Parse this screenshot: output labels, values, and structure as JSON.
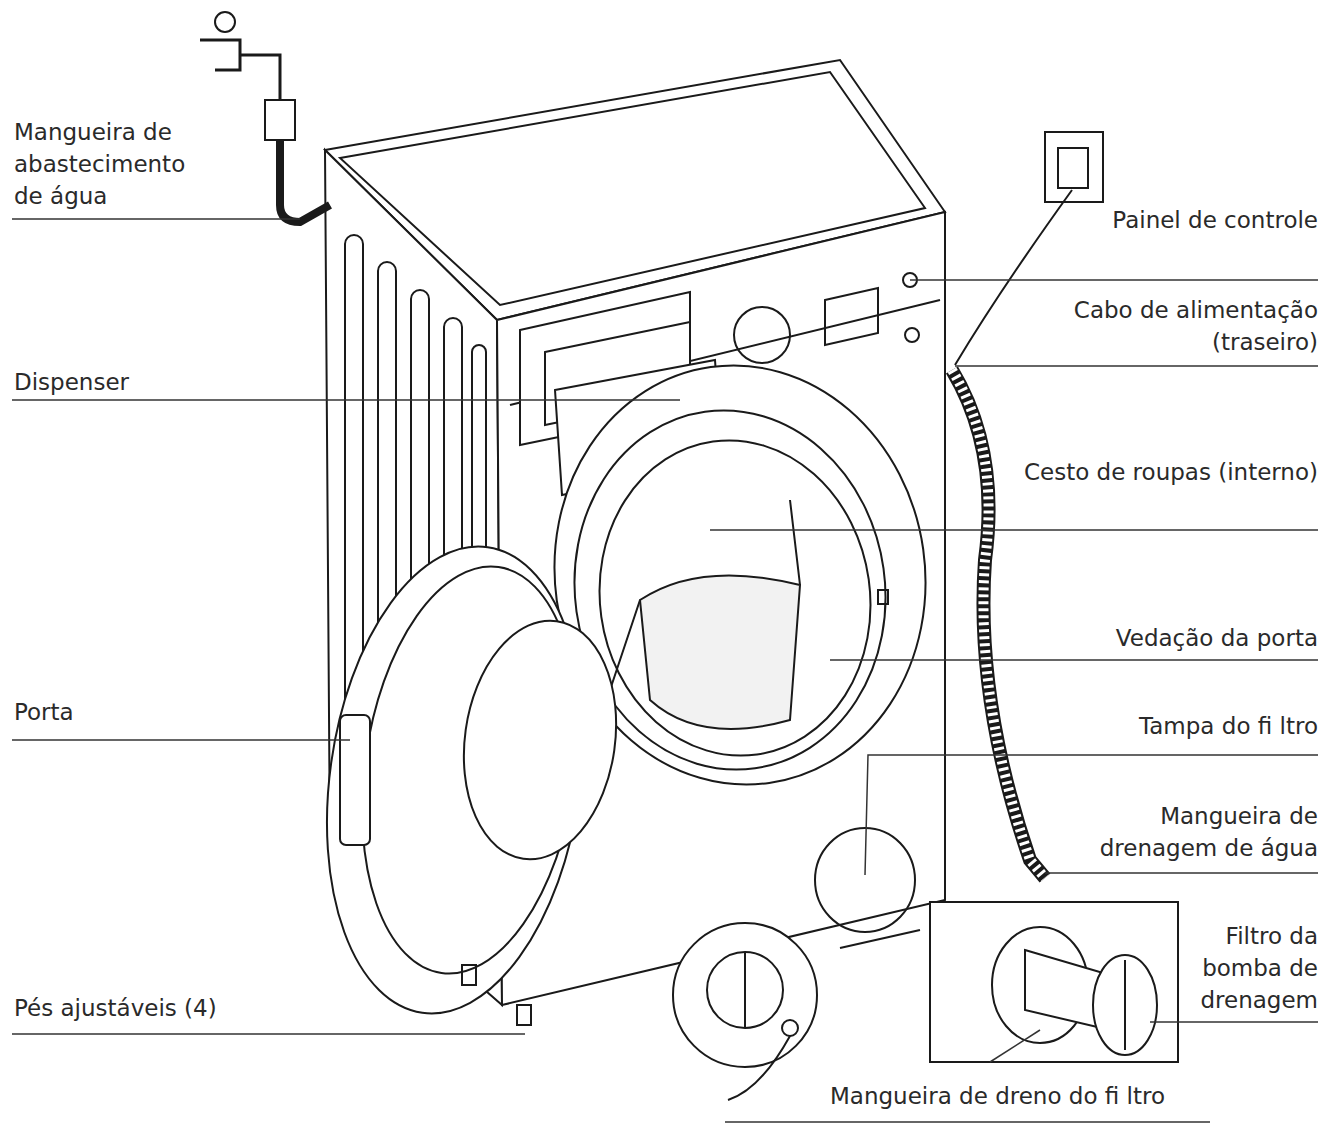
{
  "diagram": {
    "labels": [
      "Mangueira de abastecimento de água",
      "Dispenser",
      "Porta",
      "Pés ajustáveis (4)",
      "Painel de controle",
      "Cabo de alimentação (traseiro)",
      "Cesto de roupas (interno)",
      "Vedação da porta",
      "Tampa do fi ltro",
      "Mangueira de drenagem de água",
      "Filtro da bomba de drenagem",
      "Mangueira de dreno do fi ltro"
    ]
  }
}
